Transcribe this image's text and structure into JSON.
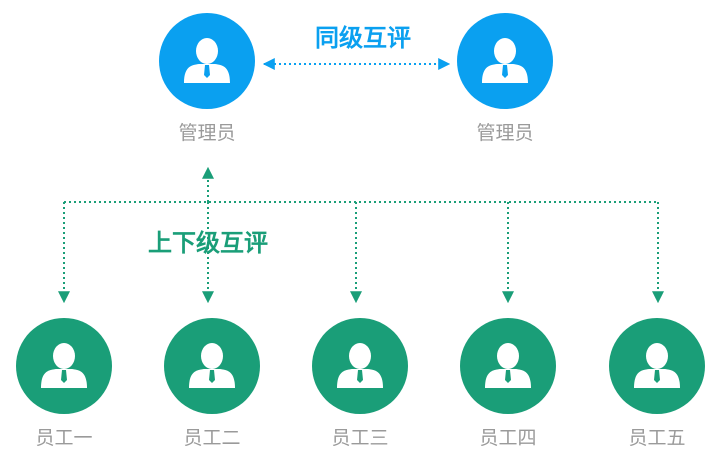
{
  "colors": {
    "admin": "#0aa0f0",
    "employee": "#1a9e78",
    "peer_line": "#0aa0f0",
    "hierarchy_line": "#1a9e78",
    "label_text": "#9a9a9a"
  },
  "admins": [
    {
      "id": "admin-1",
      "label": "管理员",
      "icon": "person-icon"
    },
    {
      "id": "admin-2",
      "label": "管理员",
      "icon": "person-icon"
    }
  ],
  "employees": [
    {
      "id": "employee-1",
      "label": "员工一",
      "icon": "person-icon"
    },
    {
      "id": "employee-2",
      "label": "员工二",
      "icon": "person-icon"
    },
    {
      "id": "employee-3",
      "label": "员工三",
      "icon": "person-icon"
    },
    {
      "id": "employee-4",
      "label": "员工四",
      "icon": "person-icon"
    },
    {
      "id": "employee-5",
      "label": "员工五",
      "icon": "person-icon"
    }
  ],
  "relations": {
    "peer_review": "同级互评",
    "hierarchy_review": "上下级互评"
  }
}
